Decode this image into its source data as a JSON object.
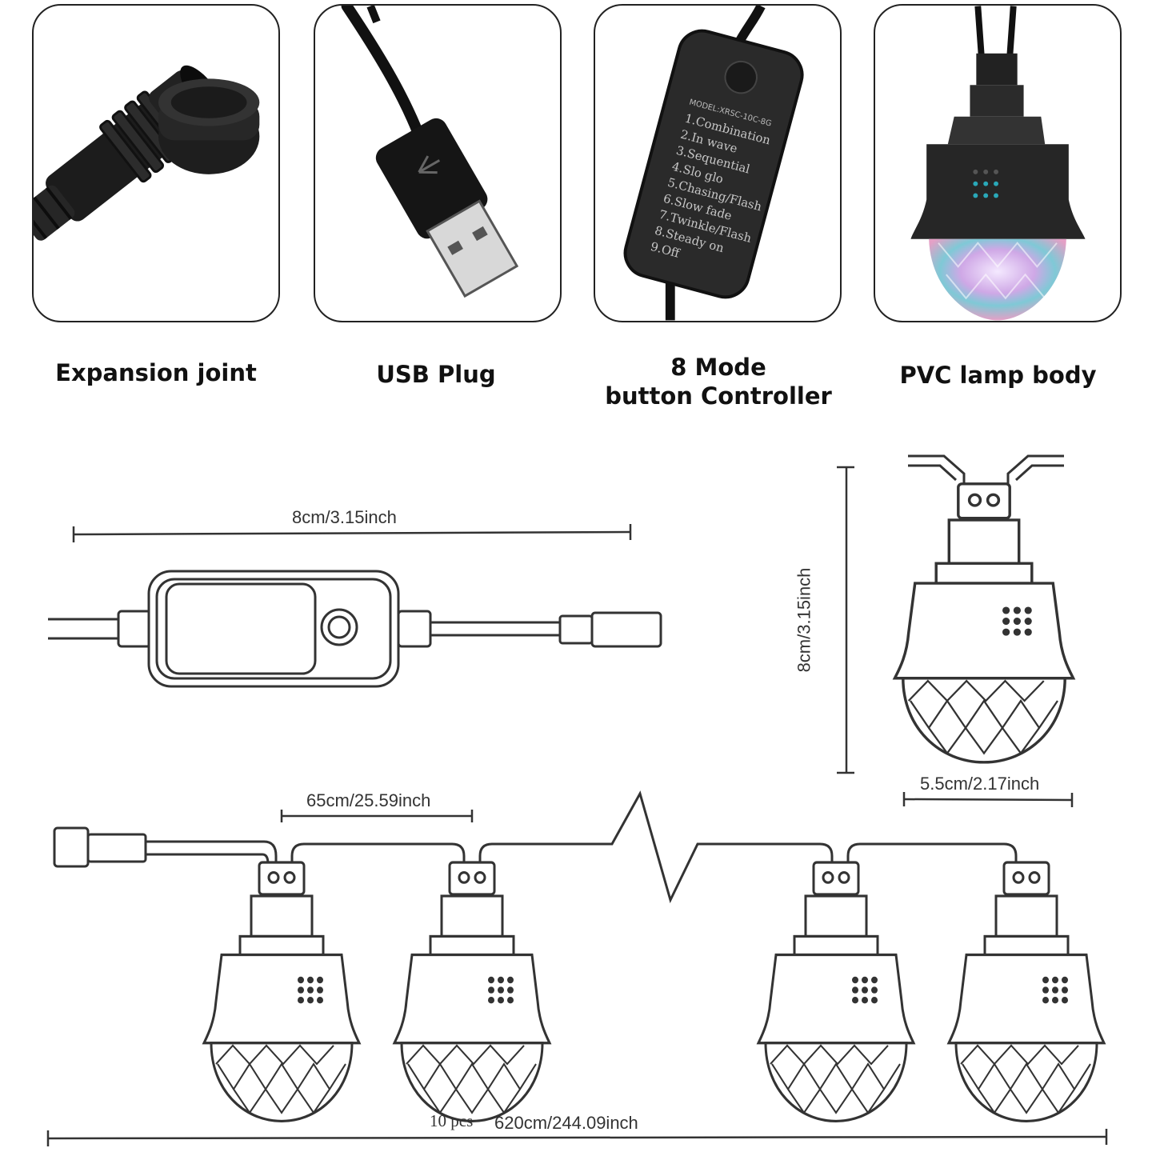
{
  "parts": [
    {
      "caption": "Expansion joint",
      "icon": "connector-cap-icon"
    },
    {
      "caption": "USB Plug",
      "icon": "usb-plug-icon"
    },
    {
      "caption_line1": "8 Mode",
      "caption_line2": "button Controller",
      "icon": "controller-remote-icon"
    },
    {
      "caption": "PVC lamp body",
      "icon": "disco-lamp-icon"
    }
  ],
  "controller_label": {
    "model": "MODEL:XRSC-10C-8G",
    "modes": [
      "1.Combination",
      "2.In wave",
      "3.Sequential",
      "4.Slo glo",
      "5.Chasing/Flash",
      "6.Slow fade",
      "7.Twinkle/Flash",
      "8.Steady on",
      "9.Off"
    ]
  },
  "dimensions": {
    "controller_length": "8cm/3.15inch",
    "lamp_height": "8cm/3.15inch",
    "lamp_width": "5.5cm/2.17inch",
    "bulb_spacing": "65cm/25.59inch",
    "total_length": "620cm/244.09inch",
    "count": "10 pcs"
  }
}
